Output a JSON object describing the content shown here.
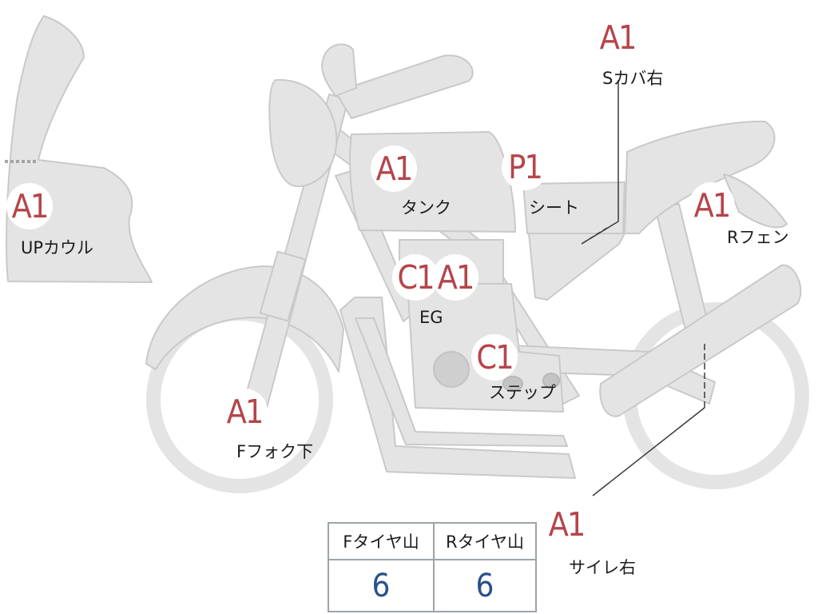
{
  "colors": {
    "part_fill": "#e4e4e4",
    "part_stroke": "#c9c9c9",
    "marker_text": "#b5454a",
    "value_text": "#2b4f8e",
    "table_border": "#9da3aa"
  },
  "parts": {
    "up_cowl": {
      "code": "A1",
      "name": "UPカウル"
    },
    "tank": {
      "code": "A1",
      "name": "タンク"
    },
    "seat": {
      "code": "P1",
      "name": "シート"
    },
    "side_cover": {
      "code": "A1",
      "name": "Sカバ右"
    },
    "rear_fender": {
      "code": "A1",
      "name": "Rフェン"
    },
    "engine": {
      "codes": [
        "C1",
        "A1"
      ],
      "name": "EG"
    },
    "step": {
      "code": "C1",
      "name": "ステップ"
    },
    "front_fork": {
      "code": "A1",
      "name": "Fフォク下"
    },
    "muffler": {
      "code": "A1",
      "name": "サイレ右"
    }
  },
  "tire_table": {
    "front": {
      "header": "Fタイヤ山",
      "value": "6"
    },
    "rear": {
      "header": "Rタイヤ山",
      "value": "6"
    }
  }
}
